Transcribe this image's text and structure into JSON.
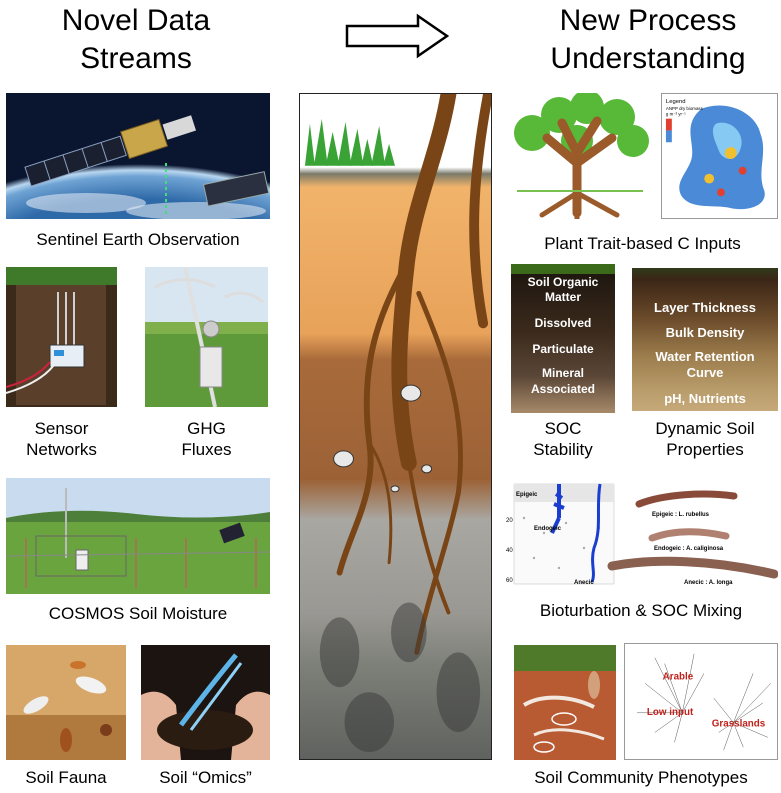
{
  "headings": {
    "left_line1": "Novel Data",
    "left_line2": "Streams",
    "right_line1": "New Process",
    "right_line2": "Understanding"
  },
  "left_captions": {
    "sentinel": "Sentinel Earth Observation",
    "sensor_line1": "Sensor",
    "sensor_line2": "Networks",
    "ghg_line1": "GHG",
    "ghg_line2": "Fluxes",
    "cosmos": "COSMOS Soil Moisture",
    "fauna": "Soil Fauna",
    "omics": "Soil “Omics”"
  },
  "right_captions": {
    "plant": "Plant Trait-based C Inputs",
    "soc_line1": "SOC",
    "soc_line2": "Stability",
    "dyn_line1": "Dynamic Soil",
    "dyn_line2": "Properties",
    "bioturb": "Bioturbation & SOC Mixing",
    "community": "Soil Community Phenotypes"
  },
  "soc_overlay": {
    "line1": "Soil Organic",
    "line2": "Matter",
    "dissolved": "Dissolved",
    "particulate": "Particulate",
    "mineral_line1": "Mineral",
    "mineral_line2": "Associated"
  },
  "dynamic_overlay": {
    "layer": "Layer Thickness",
    "bulk": "Bulk Density",
    "water_line1": "Water Retention",
    "water_line2": "Curve",
    "ph": "pH, Nutrients"
  },
  "map_legend": {
    "title": "Legend",
    "sub": "ANPP dry biomass",
    "unit": "g m⁻² yr⁻¹"
  },
  "worm_labels": {
    "epigeic": "Epigeic : L. rubellus",
    "endogeic": "Endogeic : A. caliginosa",
    "anecic": "Anecic : A. longa"
  },
  "profile_labels": {
    "epigeic": "Epigeic",
    "endogeic": "Endogeic",
    "anecic": "Anecic",
    "d20": "20",
    "d40": "40",
    "d60": "60"
  },
  "community_labels": {
    "arable": "Arable",
    "low_input": "Low input",
    "grasslands": "Grasslands"
  },
  "colors": {
    "worm": "#8a4a3a",
    "burrow": "#1a3fd0",
    "cluster_label": "#c0211b"
  }
}
